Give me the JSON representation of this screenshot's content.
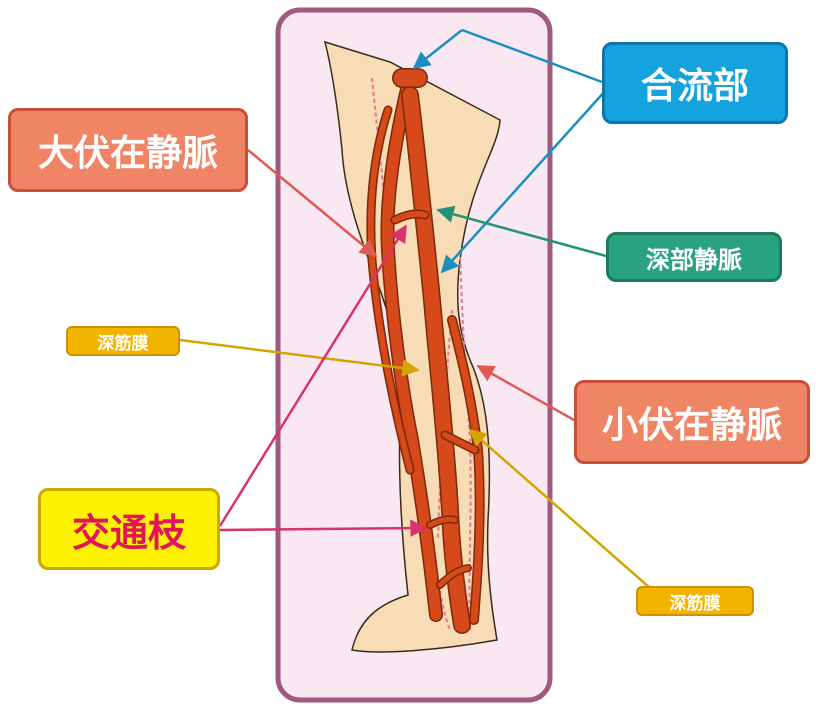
{
  "labels": {
    "great_saphenous": "大伏在静脈",
    "junction": "合流部",
    "deep_vein": "深部静脈",
    "deep_fascia_upper": "深筋膜",
    "small_saphenous": "小伏在静脈",
    "communicating": "交通枝",
    "deep_fascia_lower": "深筋膜"
  },
  "colors": {
    "panel_background": "#f9e8f2",
    "panel_border": "#a0597f",
    "skin": "#f8dcb6",
    "vein": "#d5491a",
    "fascia_dotted": "#e77d96",
    "great_saphenous_label": "#ef8565",
    "junction_label": "#15a3e0",
    "deep_vein_label": "#29a37f",
    "fascia_label": "#f3b400",
    "communicating_label": "#fff200",
    "communicating_text": "#e0155a",
    "arrow_red": "#e05a55",
    "arrow_blue": "#1a8fc0",
    "arrow_green": "#22937a",
    "arrow_yellow": "#d4a400",
    "arrow_pink": "#d8336a"
  }
}
